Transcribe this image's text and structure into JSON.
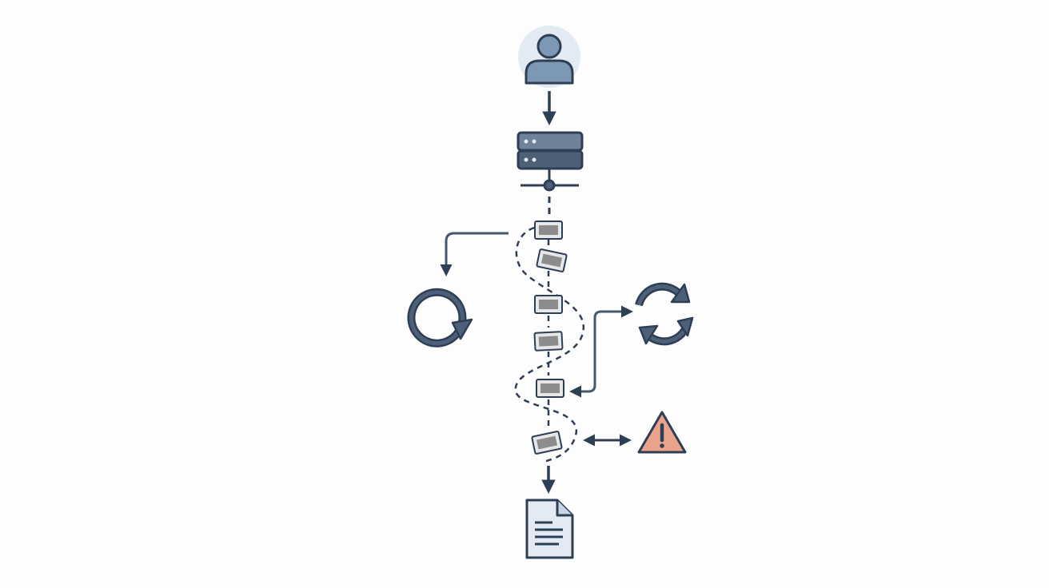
{
  "diagram": {
    "nodes": [
      {
        "id": "user",
        "icon": "user-icon"
      },
      {
        "id": "server",
        "icon": "server-icon"
      },
      {
        "id": "retry-left",
        "icon": "refresh-single-icon"
      },
      {
        "id": "sync-right",
        "icon": "sync-cycle-icon"
      },
      {
        "id": "warning",
        "icon": "warning-triangle-icon"
      },
      {
        "id": "document",
        "icon": "document-icon"
      }
    ],
    "tokens": [
      {
        "id": "token-1",
        "icon": "ticket-icon"
      },
      {
        "id": "token-2",
        "icon": "ticket-icon"
      },
      {
        "id": "token-3",
        "icon": "ticket-icon"
      },
      {
        "id": "token-4",
        "icon": "ticket-icon"
      },
      {
        "id": "token-5",
        "icon": "ticket-icon"
      },
      {
        "id": "token-6",
        "icon": "ticket-icon"
      }
    ],
    "connections": [
      {
        "from": "user",
        "to": "server",
        "style": "solid"
      },
      {
        "from": "server",
        "to": "tokens",
        "style": "dashed"
      },
      {
        "from": "tokens",
        "to": "retry-left",
        "style": "solid"
      },
      {
        "from": "sync-right",
        "to": "token-5",
        "style": "solid",
        "direction": "bidirectional-elbow"
      },
      {
        "from": "token-6",
        "to": "warning",
        "style": "solid",
        "direction": "bidirectional"
      },
      {
        "from": "tokens",
        "to": "document",
        "style": "solid"
      }
    ]
  },
  "colors": {
    "stroke": "#2e3f55",
    "user_fill": "#7d98b5",
    "user_halo": "#e3eaf3",
    "server_top": "#6f8299",
    "server_bottom": "#4e6078",
    "token_fill": "#8c8c8c",
    "token_paper": "#e7e7e7",
    "warning_fill": "#eba48c",
    "document_fill": "#e3eaf3",
    "arrow_gray": "#44576d",
    "background": "#fdfdfd"
  }
}
